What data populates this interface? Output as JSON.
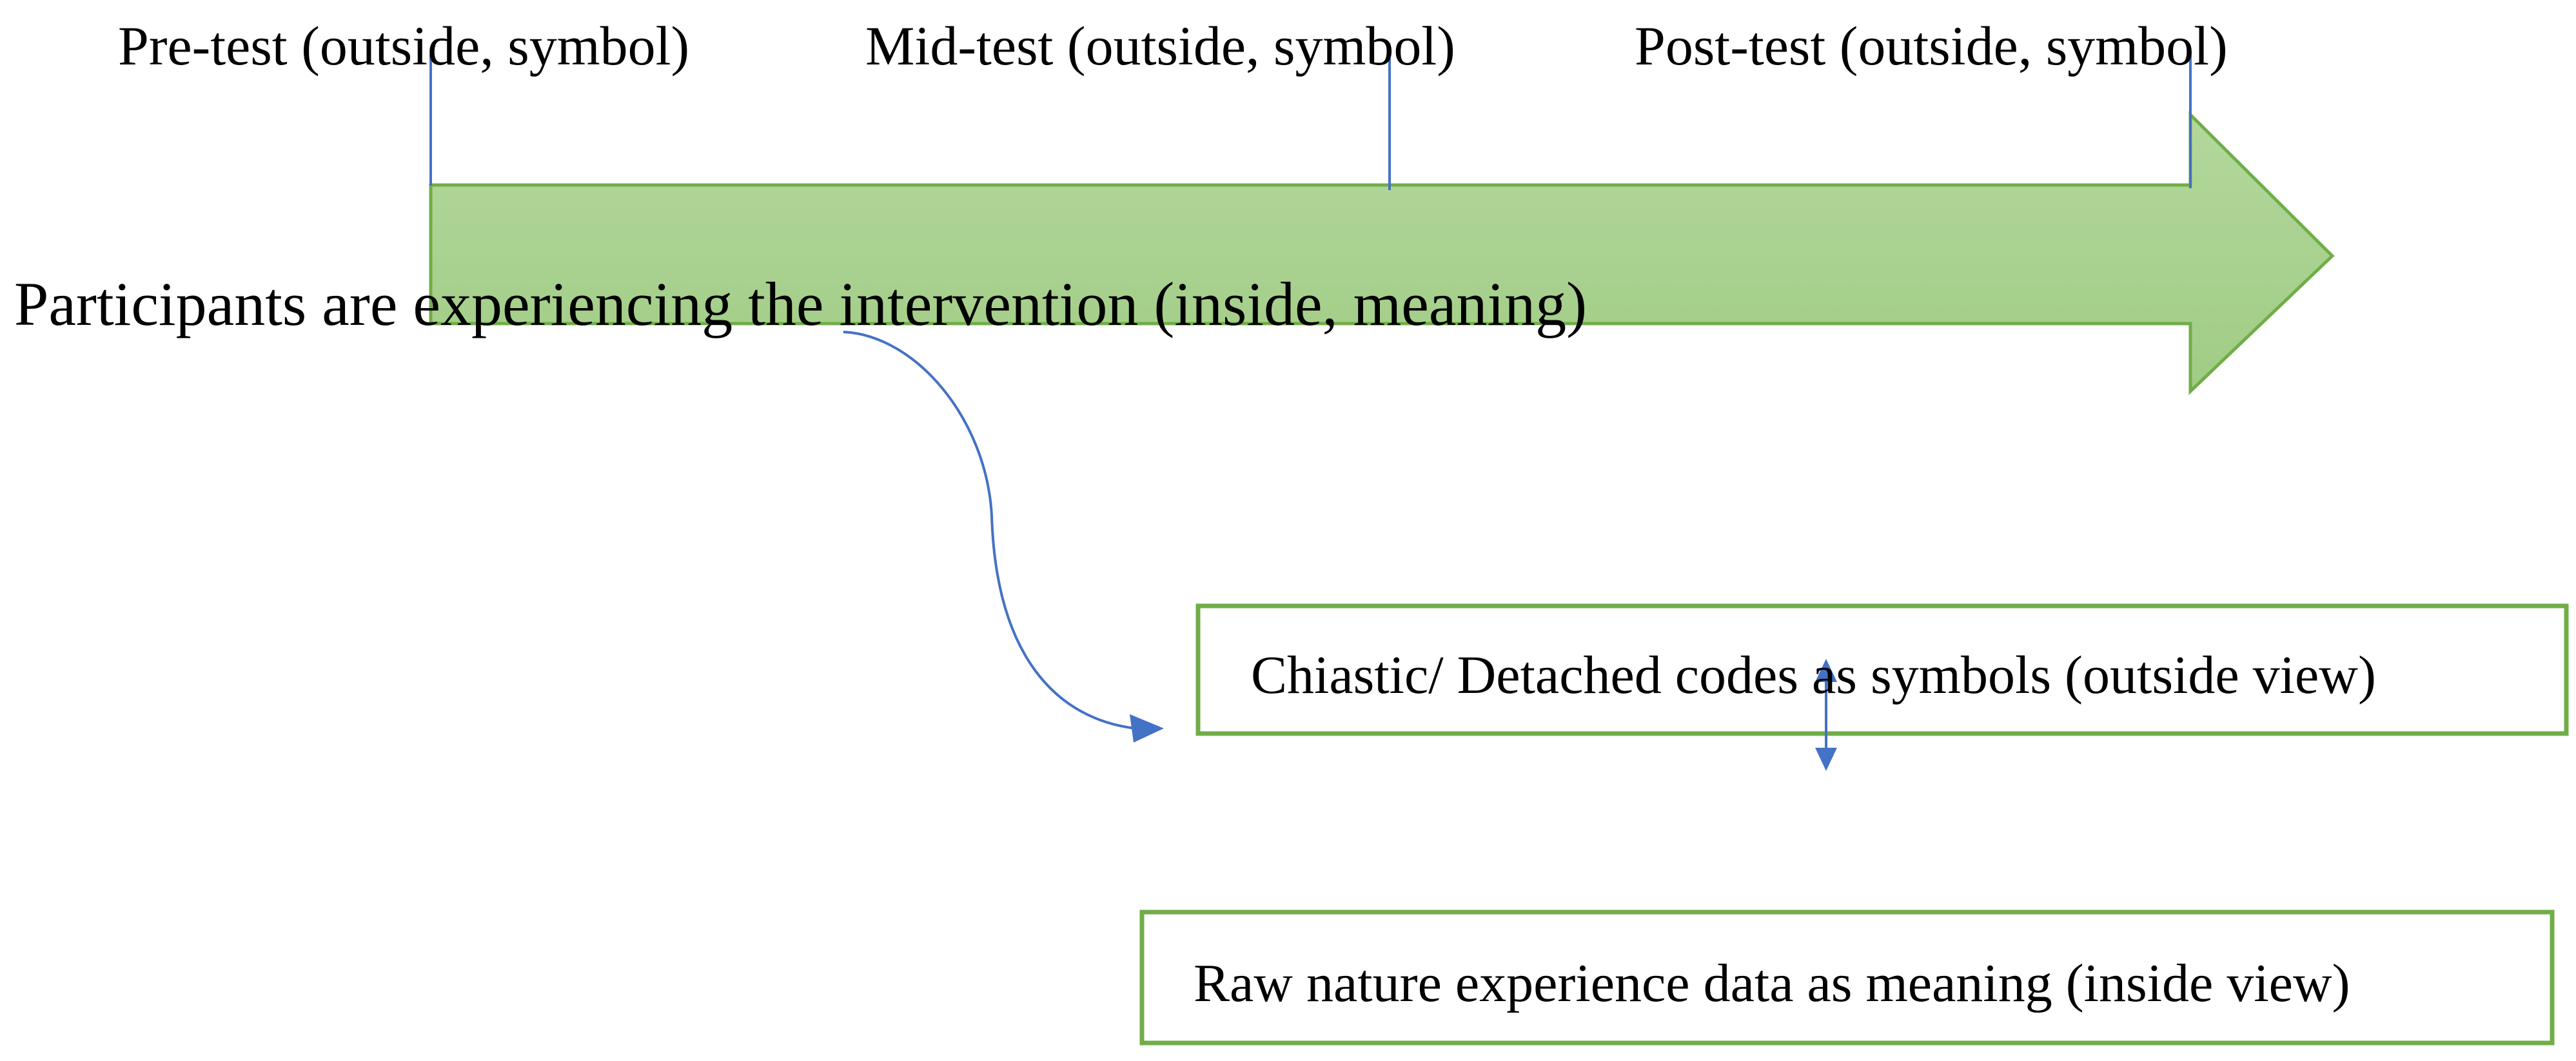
{
  "timeline": {
    "pre_test": "Pre-test (outside, symbol)",
    "mid_test": "Mid-test (outside, symbol)",
    "post_test": "Post-test (outside, symbol)"
  },
  "intervention": {
    "label": "Participants are experiencing the intervention (inside, meaning)"
  },
  "boxes": {
    "outside_view": "Chiastic/ Detached codes as symbols (outside view)",
    "inside_view": "Raw nature experience data as meaning (inside view)"
  },
  "colors": {
    "arrow_fill": "#a9d18e",
    "green_border": "#70ad47",
    "blue_lines": "#4472c4"
  }
}
